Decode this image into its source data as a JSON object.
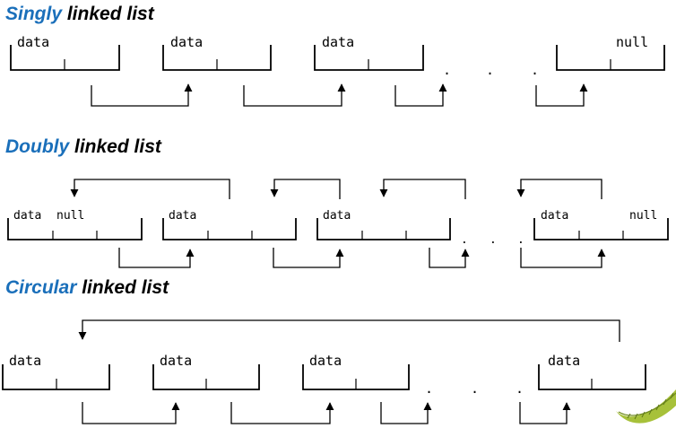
{
  "colors": {
    "accent": "#1a6fba",
    "line": "#000000"
  },
  "sections": [
    {
      "key": "singly",
      "title_accent": "Singly",
      "title_rest": " linked list",
      "nodes": [
        {
          "labels": [
            "data"
          ]
        },
        {
          "labels": [
            "data"
          ]
        },
        {
          "labels": [
            "data"
          ]
        },
        {
          "labels": [
            "null"
          ]
        }
      ]
    },
    {
      "key": "doubly",
      "title_accent": "Doubly",
      "title_rest": " linked list",
      "nodes": [
        {
          "labels": [
            "data",
            "null"
          ]
        },
        {
          "labels": [
            "data"
          ]
        },
        {
          "labels": [
            "data"
          ]
        },
        {
          "labels": [
            "data",
            "null"
          ]
        }
      ]
    },
    {
      "key": "circular",
      "title_accent": "Circular",
      "title_rest": " linked list",
      "nodes": [
        {
          "labels": [
            "data"
          ]
        },
        {
          "labels": [
            "data"
          ]
        },
        {
          "labels": [
            "data"
          ]
        },
        {
          "labels": [
            "data"
          ]
        }
      ]
    }
  ],
  "ellipsis": "."
}
